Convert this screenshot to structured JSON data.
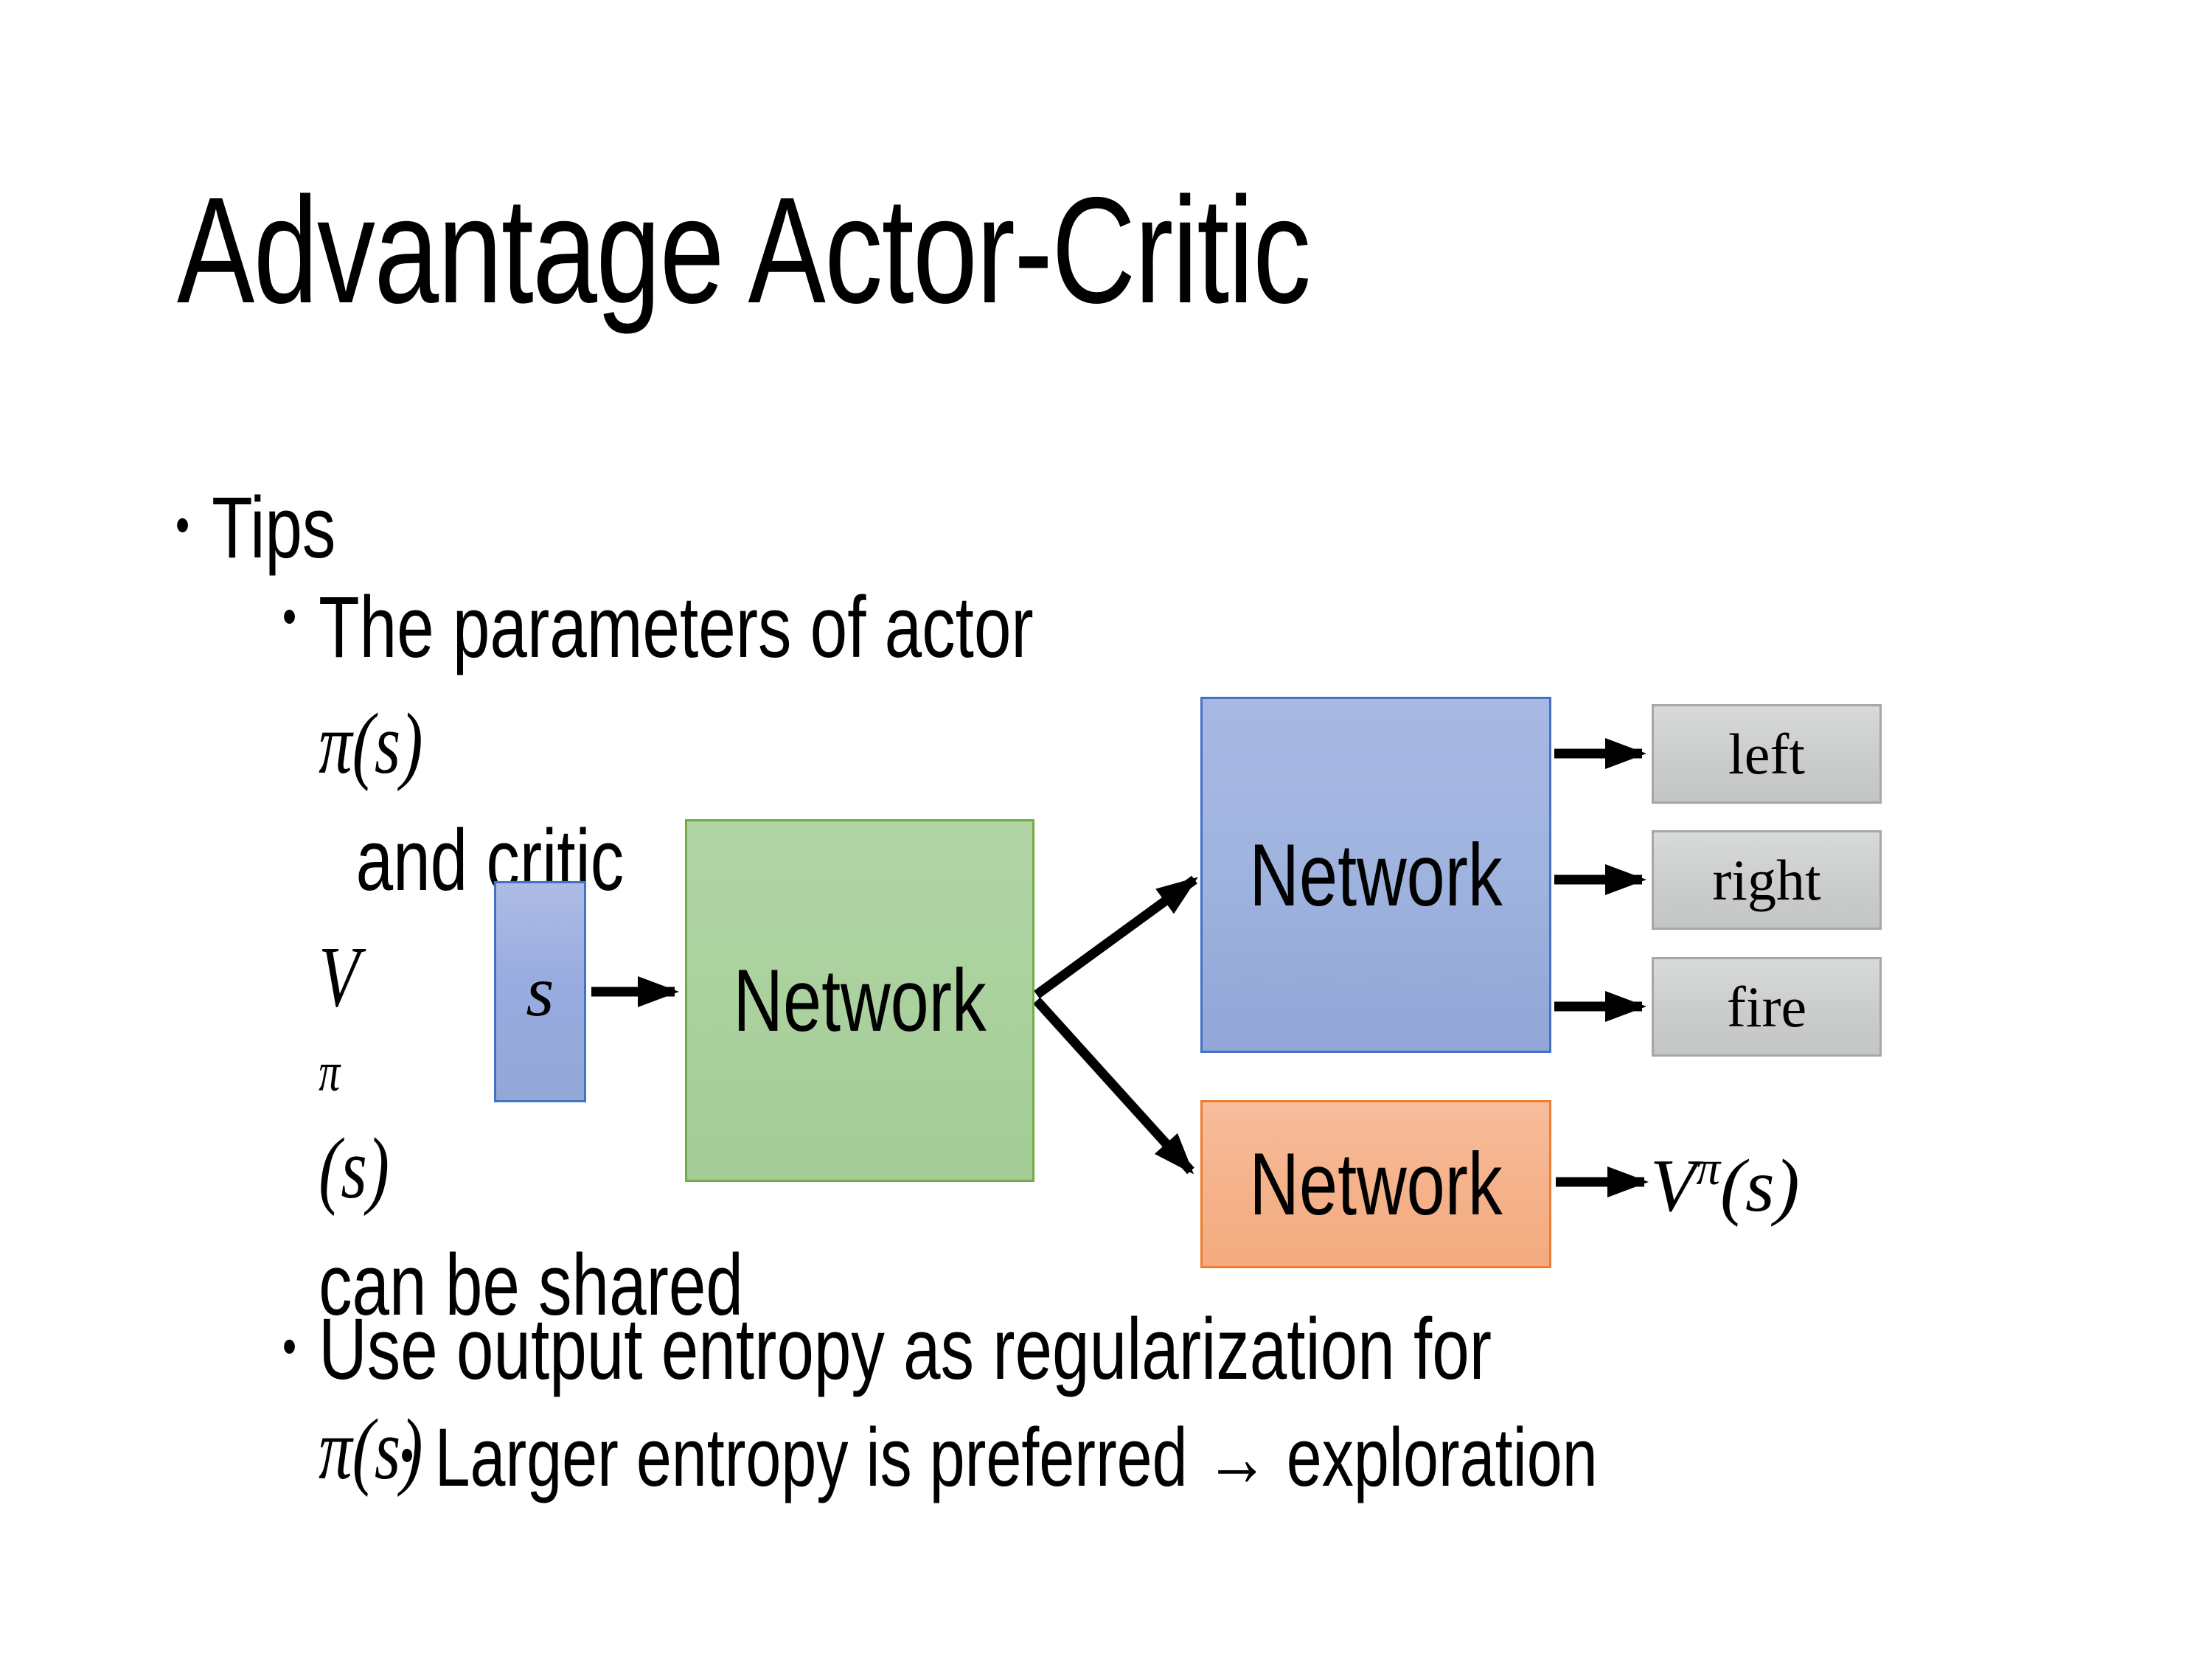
{
  "slide": {
    "title": "Advantage Actor-Critic"
  },
  "bullets": {
    "dot": "•",
    "tips": "Tips",
    "b2_pre": "The parameters of actor ",
    "b2_pi": "π(s)",
    "b2_mid": "  and critic ",
    "b2_v": "V",
    "b2_v_sup": "π",
    "b2_v_arg": "(s)",
    "b2_line2": "can be shared",
    "b3_pre": "Use output entropy as regularization for ",
    "b3_pi": "π(s)",
    "b4_text": "Larger entropy is preferred → exploration"
  },
  "diagram": {
    "state_label": "s",
    "shared_network_label": "Network",
    "actor_network_label": "Network",
    "critic_network_label": "Network",
    "outputs": [
      "left",
      "right",
      "fire"
    ],
    "value_v": "V",
    "value_v_sup": "π",
    "value_v_arg": "(s)",
    "colors": {
      "state_fill": "#9fb3df",
      "blue_border": "#4472c4",
      "shared_fill": "#aad19e",
      "green_border": "#70ad47",
      "critic_fill": "#f5b28b",
      "orange_border": "#ed7d31",
      "output_fill": "#cbcdcd",
      "output_border": "#a6a6a6",
      "arrow": "#000000",
      "background": "#ffffff",
      "text": "#000000"
    }
  }
}
